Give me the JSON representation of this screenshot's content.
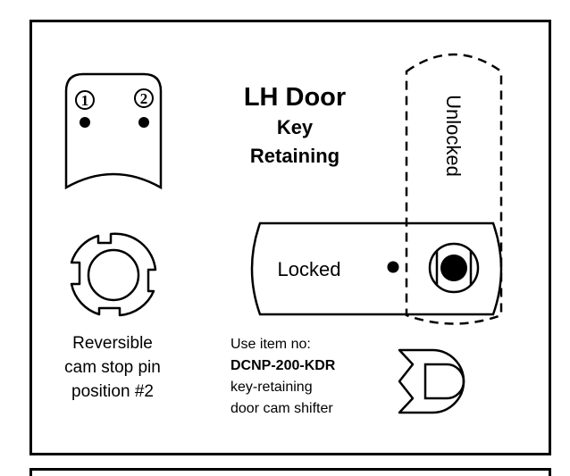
{
  "title": {
    "line1": "LH Door",
    "line2": "Key",
    "line3": "Retaining"
  },
  "cam_plate": {
    "pin_labels": [
      "1",
      "2"
    ]
  },
  "pin_caption": {
    "line1": "Reversible",
    "line2": "cam stop pin",
    "line3": "position #2"
  },
  "states": {
    "locked": "Locked",
    "unlocked": "Unlocked"
  },
  "item_note": {
    "prefix": "Use item no:",
    "part_number": "DCNP-200-KDR",
    "desc1": "key-retaining",
    "desc2": "door cam shifter"
  },
  "colors": {
    "ink": "#000000",
    "background": "#ffffff"
  }
}
